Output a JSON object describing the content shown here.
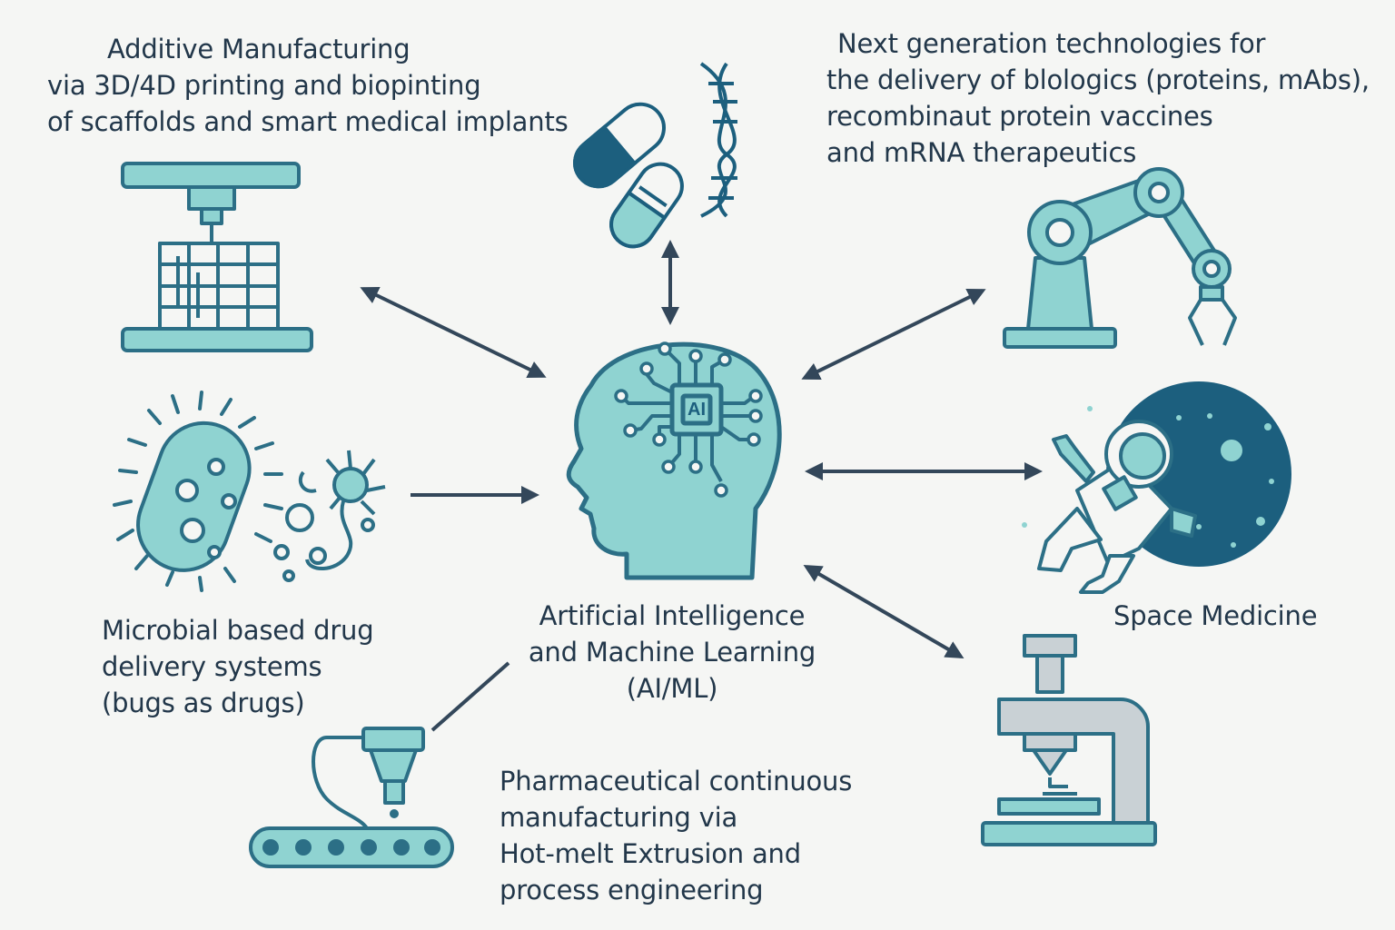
{
  "center": {
    "chip_text": "AI",
    "label_lines": [
      "Artificial Intelligence",
      "and Machine Learning",
      "(AI/ML)"
    ]
  },
  "nodes": {
    "additive": {
      "lines": [
        "Additive Manufacturing",
        "via 3D/4D printing and biopinting",
        "of scaffolds and smart medical implants"
      ],
      "icon": "3d-printer-icon"
    },
    "biologics": {
      "lines": [
        "Next generation technologies for",
        "the delivery of blologics (proteins, mAbs),",
        "recombinaut protein vaccines",
        "and mRNA therapeutics"
      ],
      "icon": "capsule-dna-icon"
    },
    "robotics": {
      "icon": "robotic-arm-icon"
    },
    "microbial": {
      "lines": [
        "Microbial based drug",
        "delivery systems",
        "(bugs as drugs)"
      ],
      "icon": "bacteria-icon"
    },
    "space": {
      "lines": [
        "Space Medicine"
      ],
      "icon": "astronaut-planet-icon"
    },
    "continuous": {
      "lines": [
        "Pharmaceutical continuous",
        "manufacturing via",
        "Hot-melt Extrusion and",
        "process engineering"
      ],
      "icon": "conveyor-extruder-icon"
    },
    "microscope": {
      "icon": "microscope-printer-icon"
    }
  },
  "colors": {
    "background": "#f5f6f4",
    "fill_light": "#8fd3d1",
    "stroke_teal": "#2c6f86",
    "dark_navy": "#1c5f7e",
    "arrow": "#33475a",
    "gray": "#c9d1d5"
  }
}
